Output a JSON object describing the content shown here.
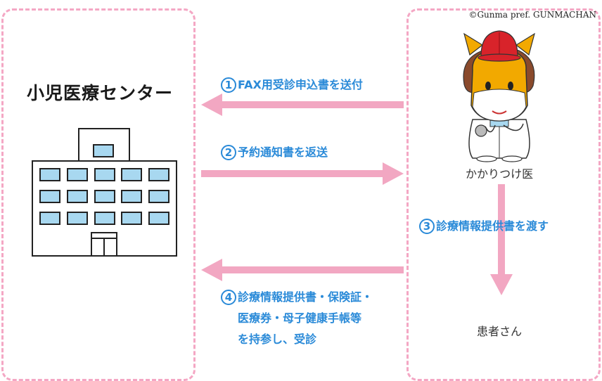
{
  "left_panel": {
    "title": "小児医療センター"
  },
  "right_panel": {
    "copyright": "©Gunma pref. GUNMACHAN",
    "doctor_label": "かかりつけ医",
    "patient_label": "患者さん"
  },
  "steps": [
    {
      "num": "1",
      "text": "FAX用受診申込書を送付"
    },
    {
      "num": "2",
      "text": "予約通知書を返送"
    },
    {
      "num": "3",
      "text": "診療情報提供書を渡す"
    },
    {
      "num": "4",
      "lines": [
        "診療情報提供書・保険証・",
        "医療券・母子健康手帳等",
        "を持参し、受診"
      ]
    }
  ],
  "colors": {
    "accent_blue": "#2a8ad8",
    "arrow_pink": "#f2a7c2",
    "dash_pink": "#f4a7c4",
    "building_fill": "#a8d8f0"
  },
  "icons": [
    "hospital-building-icon",
    "gunmachan-doctor-icon"
  ]
}
